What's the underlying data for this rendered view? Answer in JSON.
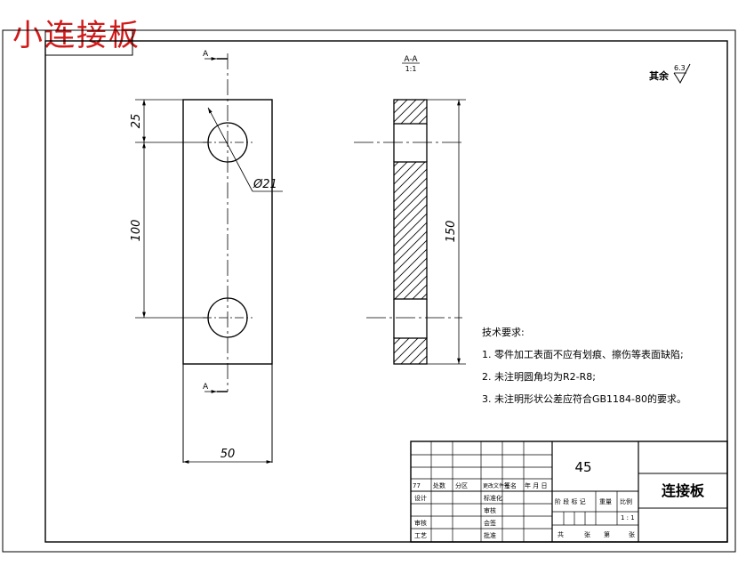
{
  "header_title": "小连接板",
  "section_label": {
    "name": "A-A",
    "scale": "1:1"
  },
  "cut_marker_top": "A",
  "cut_marker_bottom": "A",
  "roughness": {
    "label": "其余",
    "value": "6.3"
  },
  "dimensions": {
    "d25": "25",
    "d100": "100",
    "dia21": "Ø21",
    "d50": "50",
    "d150": "150"
  },
  "technical_requirements": {
    "heading": "技术要求:",
    "items": [
      "1. 零件加工表面不应有划痕、擦伤等表面缺陷;",
      "2. 未注明圆角均为R2-R8;",
      "3. 未注明形状公差应符合GB1184-80的要求。"
    ]
  },
  "title_block": {
    "material": "45",
    "part_name": "连接板",
    "rev_headers": [
      "77",
      "处数",
      "分区",
      "更改文件号",
      "签名",
      "年 月 日"
    ],
    "sign_rows": [
      {
        "role": "设计",
        "field": "标准化"
      },
      {
        "role": "",
        "field": "审核"
      },
      {
        "role": "审核",
        "field": "会签"
      },
      {
        "role": "工艺",
        "field": "批准"
      }
    ],
    "stage_label": "阶 段 标 记",
    "weight_label": "重量",
    "scale_label": "比例",
    "scale_value": "1 : 1",
    "sheet_text": [
      "共",
      "张",
      "第",
      "张"
    ]
  }
}
